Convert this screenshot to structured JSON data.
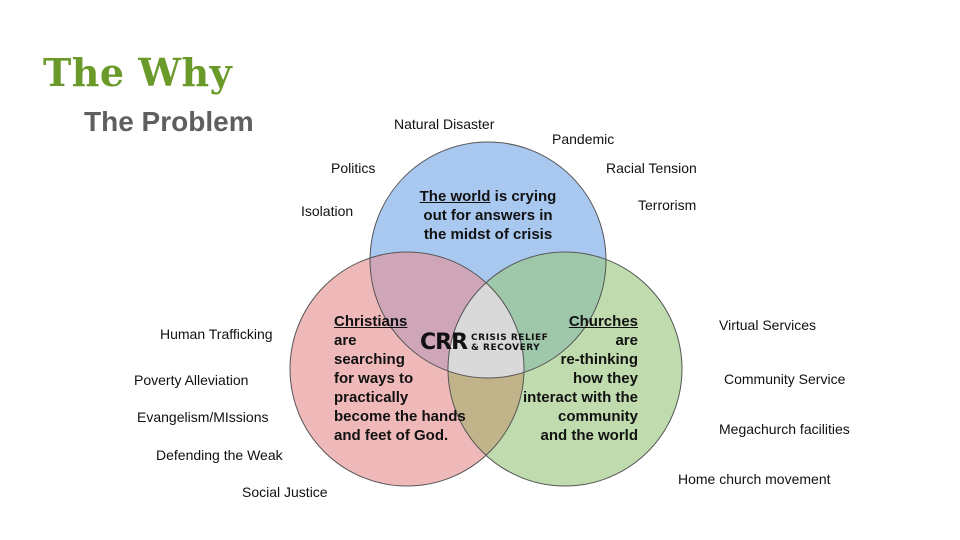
{
  "header": {
    "title": "The Why",
    "subtitle": "The Problem"
  },
  "circles": {
    "world": {
      "underlined": "The world",
      "rest_line1": " is crying",
      "line2": "out for answers in",
      "line3": "the midst of crisis",
      "color": "#a9c8f0"
    },
    "christians": {
      "underlined": "Christians",
      "lines": [
        "are",
        "searching",
        "for ways to",
        "practically",
        "become the hands",
        "and feet of God."
      ],
      "color": "#f0a9a9"
    },
    "churches": {
      "underlined": "Churches",
      "lines": [
        "are",
        "re-thinking",
        "how they",
        "interact with the",
        "community",
        "and the world"
      ],
      "color": "#b9d9a4"
    }
  },
  "center_logo": {
    "mark": "CRR",
    "line1": "CRISIS RELIEF",
    "line2": "& RECOVERY"
  },
  "world_labels": [
    "Natural Disaster",
    "Pandemic",
    "Politics",
    "Racial Tension",
    "Isolation",
    "Terrorism"
  ],
  "christian_labels": [
    "Human Trafficking",
    "Poverty Alleviation",
    "Evangelism/MIssions",
    "Defending the Weak",
    "Social Justice"
  ],
  "church_labels": [
    "Virtual Services",
    "Community Service",
    "Megachurch facilities",
    "Home church movement"
  ],
  "colors": {
    "title_green": "#6a9a2a",
    "subtitle_gray": "#5f5f5f",
    "center_gray": "#d9d9d9"
  }
}
